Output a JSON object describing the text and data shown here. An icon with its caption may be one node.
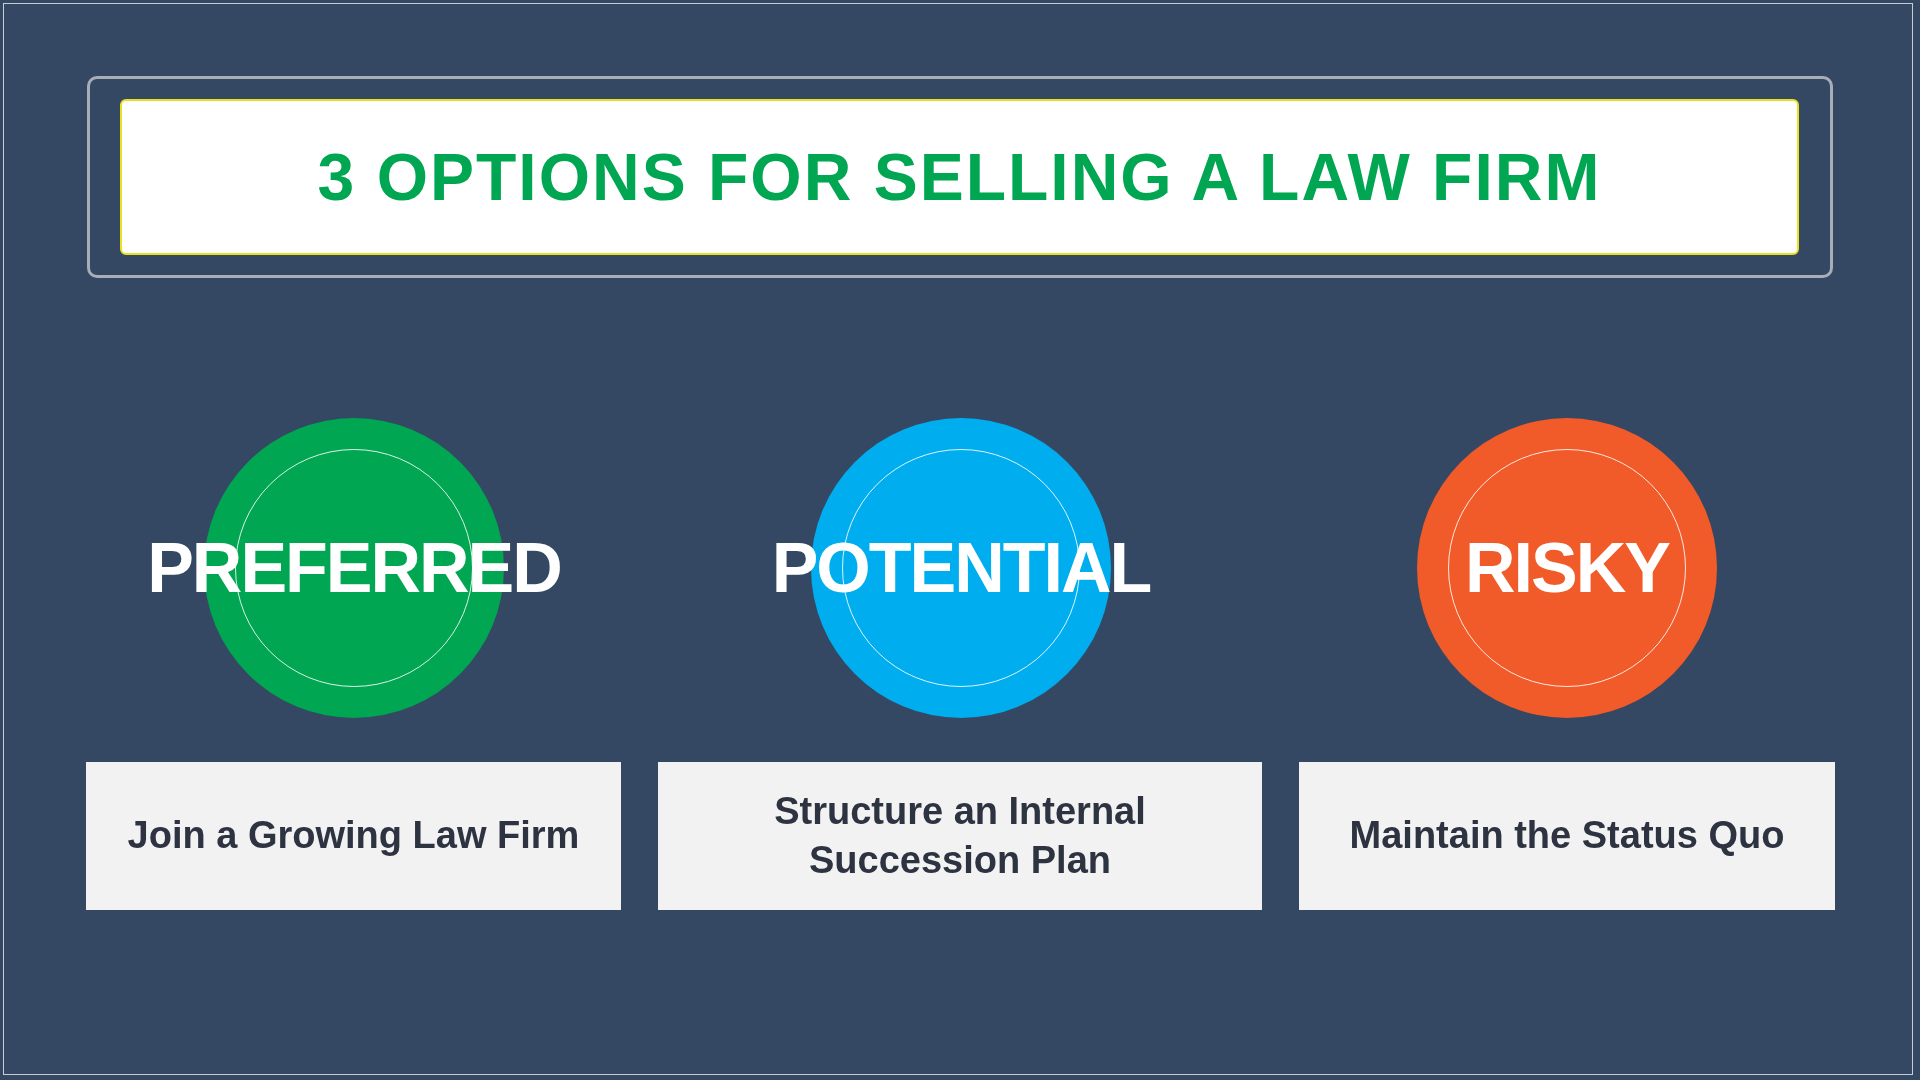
{
  "diagram": {
    "title": "3 OPTIONS FOR SELLING A LAW FIRM",
    "nodes": [
      {
        "text": [
          "PREFERRED"
        ]
      },
      {
        "text": [
          "POTENTIAL"
        ]
      },
      {
        "text": [
          "RISKY"
        ]
      },
      {
        "text": [
          "Join a Growing Law Firm"
        ]
      },
      {
        "text": [
          "Structure an Internal Succession Plan"
        ]
      },
      {
        "text": [
          "Maintain the Status Quo"
        ]
      }
    ]
  }
}
